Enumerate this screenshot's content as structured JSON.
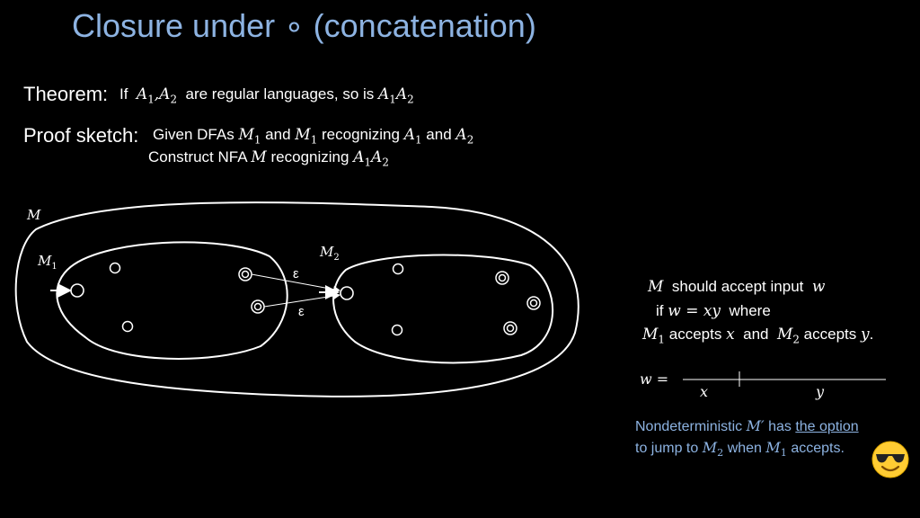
{
  "title": "Closure under ∘ (concatenation)",
  "theorem": {
    "label": "Theorem:",
    "if": "If",
    "a1": "A",
    "a1_sub": "1",
    "comma": ",",
    "a2": "A",
    "a2_sub": "2",
    "mid": "are regular languages, so is",
    "res_a1": "A",
    "res_a1_sub": "1",
    "res_a2": "A",
    "res_a2_sub": "2"
  },
  "proof": {
    "label": "Proof sketch:",
    "line1_pre": "Given DFAs",
    "m1": "M",
    "m1_sub": "1",
    "and1": "and",
    "m2": "M",
    "m2_sub": "1",
    "recognizing": "recognizing",
    "a1": "A",
    "a1_sub": "1",
    "and2": "and",
    "a2": "A",
    "a2_sub": "2",
    "line2_pre": "Construct NFA",
    "m": "M",
    "line2_mid": "recognizing",
    "res_a1": "A",
    "res_a1_sub": "1",
    "res_a2": "A",
    "res_a2_sub": "2"
  },
  "diagram": {
    "outer_label": "M",
    "m1_label": "M",
    "m1_sub": "1",
    "m2_label": "M",
    "m2_sub": "2",
    "eps1": "ε",
    "eps2": "ε"
  },
  "right": {
    "l1_m": "M",
    "l1_text": "should accept input",
    "l1_w": "w",
    "l2_if": "if",
    "l2_eq": "w = xy",
    "l2_where": "where",
    "l3_m1": "M",
    "l3_m1_sub": "1",
    "l3_acc1": "accepts",
    "l3_x": "x",
    "l3_and": "and",
    "l3_m2": "M",
    "l3_m2_sub": "2",
    "l3_acc2": "accepts",
    "l3_y": "y",
    "l3_dot": ".",
    "w_eq": "w =",
    "x": "x",
    "y": "y"
  },
  "note": {
    "l1_pre": "Nondeterministic",
    "l1_m": "M′",
    "l1_has": "has",
    "l1_option": "the option",
    "l2_pre": "to jump to",
    "l2_m2": "M",
    "l2_m2_sub": "2",
    "l2_when": "when",
    "l2_m1": "M",
    "l2_m1_sub": "1",
    "l2_acc": "accepts."
  },
  "colors": {
    "accent": "#8db3e2",
    "emoji_yellow": "#ffcc33"
  },
  "icons": {
    "emoji": "smiling-face-with-sunglasses-icon"
  }
}
